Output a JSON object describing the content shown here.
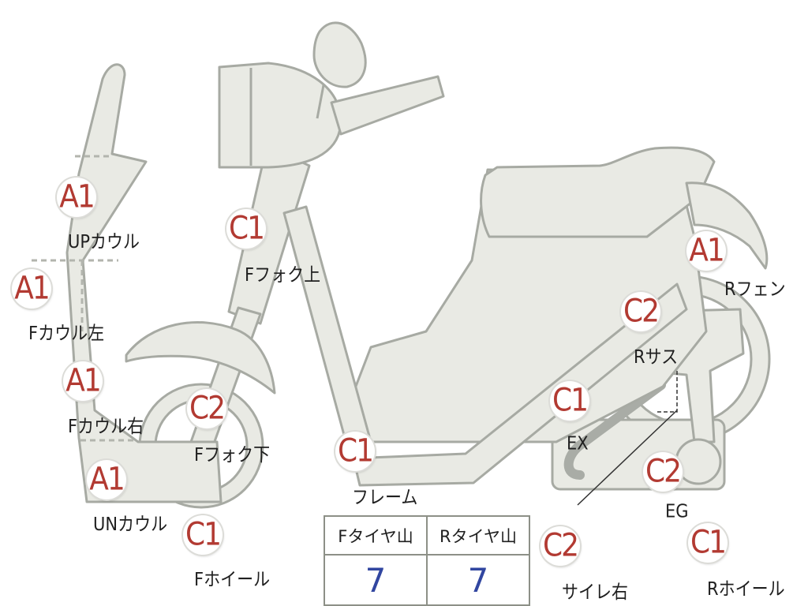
{
  "markers": [
    {
      "id": "up-cowl",
      "grade": "A1",
      "label": "UPカウル"
    },
    {
      "id": "f-cowl-left",
      "grade": "A1",
      "label": "Fカウル左"
    },
    {
      "id": "f-cowl-right",
      "grade": "A1",
      "label": "Fカウル右"
    },
    {
      "id": "un-cowl",
      "grade": "A1",
      "label": "UNカウル"
    },
    {
      "id": "f-fork-upper",
      "grade": "C1",
      "label": "Fフォク上"
    },
    {
      "id": "f-fork-lower",
      "grade": "C2",
      "label": "Fフォク下"
    },
    {
      "id": "f-wheel",
      "grade": "C1",
      "label": "Fホイール"
    },
    {
      "id": "frame",
      "grade": "C1",
      "label": "フレーム"
    },
    {
      "id": "r-fender",
      "grade": "A1",
      "label": "Rフェン"
    },
    {
      "id": "r-suspension",
      "grade": "C2",
      "label": "Rサス"
    },
    {
      "id": "exhaust",
      "grade": "C1",
      "label": "EX"
    },
    {
      "id": "engine",
      "grade": "C2",
      "label": "EG"
    },
    {
      "id": "silencer-right",
      "grade": "C2",
      "label": "サイレ右"
    },
    {
      "id": "r-wheel",
      "grade": "C1",
      "label": "Rホイール"
    }
  ],
  "tire_table": {
    "headers": [
      "Fタイヤ山",
      "Rタイヤ山"
    ],
    "values": [
      "7",
      "7"
    ]
  },
  "colors": {
    "part_fill": "#e9eae4",
    "part_outline": "#a7aaa3",
    "grade_text": "#b23a32",
    "tread_value": "#3146a0"
  }
}
